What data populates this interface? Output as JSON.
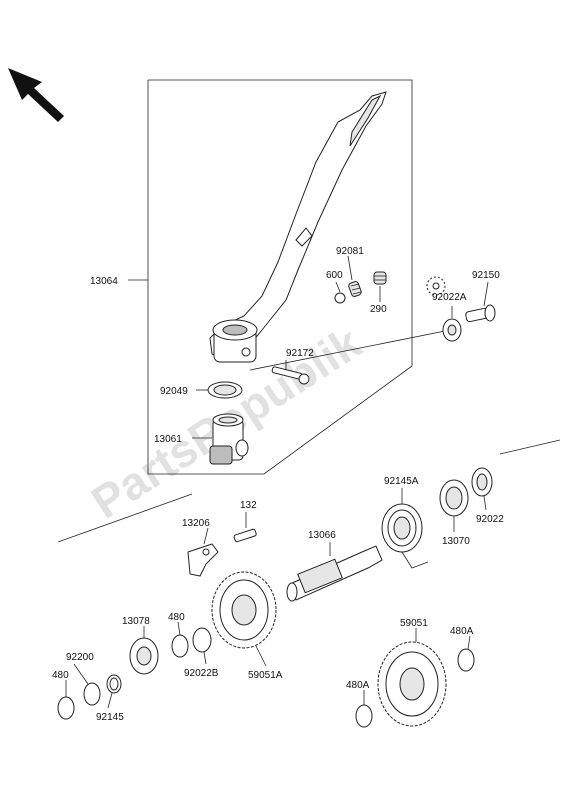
{
  "watermark": "PartsRepublik",
  "callouts": {
    "c13064": "13064",
    "c92081": "92081",
    "c600": "600",
    "c290": "290",
    "c92150": "92150",
    "c92022A": "92022A",
    "c92172": "92172",
    "c92049": "92049",
    "c13061": "13061",
    "c92145A": "92145A",
    "c132": "132",
    "c13206": "13206",
    "c13066": "13066",
    "c13070": "13070",
    "c92022": "92022",
    "c13078": "13078",
    "c480a": "480",
    "c92200": "92200",
    "c92022B": "92022B",
    "c480b": "480",
    "c92145": "92145",
    "c59051A": "59051A",
    "c59051": "59051",
    "c480A_top": "480A",
    "c480A_bot": "480A"
  }
}
